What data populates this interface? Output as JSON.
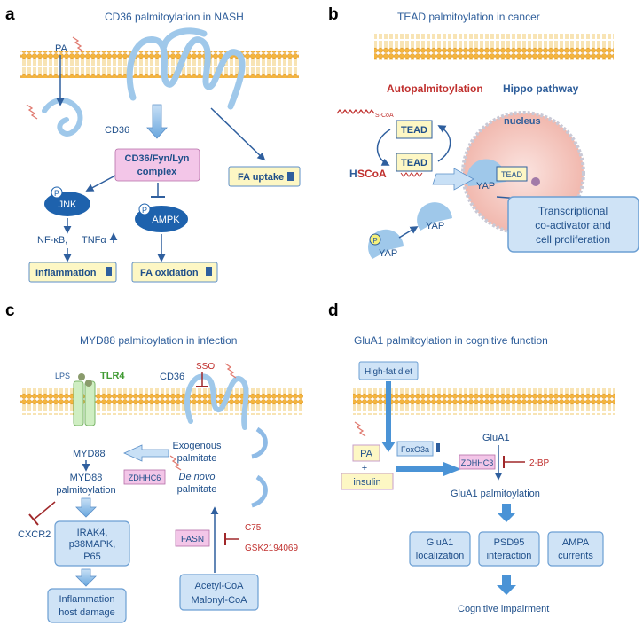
{
  "panels": {
    "a": {
      "letter": "a",
      "title": "CD36 palmitoylation in NASH",
      "pa": "PA",
      "cd36": "CD36",
      "complex": [
        "CD36/Fyn/Lyn",
        "complex"
      ],
      "p": "P",
      "jnk": "JNK",
      "ampk": "AMPK",
      "fa_uptake": "FA uptake",
      "nfkb": "NF-κB,",
      "tnfa": "TNFα",
      "inflammation": "Inflammation",
      "fa_oxidation": "FA oxidation"
    },
    "b": {
      "letter": "b",
      "title": "TEAD palmitoylation in cancer",
      "autopalm": "Autopalmitoylation",
      "hippo": "Hippo pathway",
      "scoa": "S-CoA",
      "tead1": "TEAD",
      "tead2": "TEAD",
      "hscoa_h": "H",
      "hscoa_rest": "SCoA",
      "nucleus": "nucleus",
      "tead_nuc": "TEAD",
      "yap_nuc": "YAP",
      "yap": "YAP",
      "yap_p": "YAP",
      "p": "P",
      "transcription": [
        "Transcriptional",
        "co-activator and",
        "cell proliferation"
      ]
    },
    "c": {
      "letter": "c",
      "title": "MYD88 palmitoylation in infection",
      "lps": "LPS",
      "tlr4": "TLR4",
      "cd36": "CD36",
      "sso": "SSO",
      "myd88": "MYD88",
      "myd88_palm": [
        "MYD88",
        "palmitoylation"
      ],
      "zdhhc6": "ZDHHC6",
      "exogenous": [
        "Exogenous",
        "palmitate"
      ],
      "de_novo": "De novo",
      "palmitate": "palmitate",
      "cxcr2": "CXCR2",
      "irak": [
        "IRAK4,",
        "p38MAPK,",
        "P65"
      ],
      "fasn": "FASN",
      "c75": "C75",
      "gsk": "GSK2194069",
      "inflammation": [
        "Inflammation",
        "host damage"
      ],
      "acetyl": [
        "Acetyl-CoA",
        "Malonyl-CoA"
      ]
    },
    "d": {
      "letter": "d",
      "title": "GluA1 palmitoylation in cognitive function",
      "hfd": "High-fat diet",
      "pa": "PA",
      "plus": "+",
      "insulin": "insulin",
      "foxo3a": "FoxO3a",
      "glua1": "GluA1",
      "zdhhc3": "ZDHHC3",
      "bp": "2-BP",
      "glua1_palm": "GluA1 palmitoylation",
      "localization": [
        "GluA1",
        "localization"
      ],
      "psd95": [
        "PSD95",
        "interaction"
      ],
      "ampa": [
        "AMPA",
        "currents"
      ],
      "cognitive": "Cognitive impairment"
    }
  },
  "colors": {
    "membrane_head": "#f5b53d",
    "membrane_tail": "#f6d27a",
    "protein": "#9fc8ea",
    "arrow": "#2f5f9e",
    "dark_blue": "#1e62ad",
    "inhibit_red": "#a0282a",
    "pink_box": "#f3c6e8",
    "yellow_box": "#fdf7c4"
  }
}
